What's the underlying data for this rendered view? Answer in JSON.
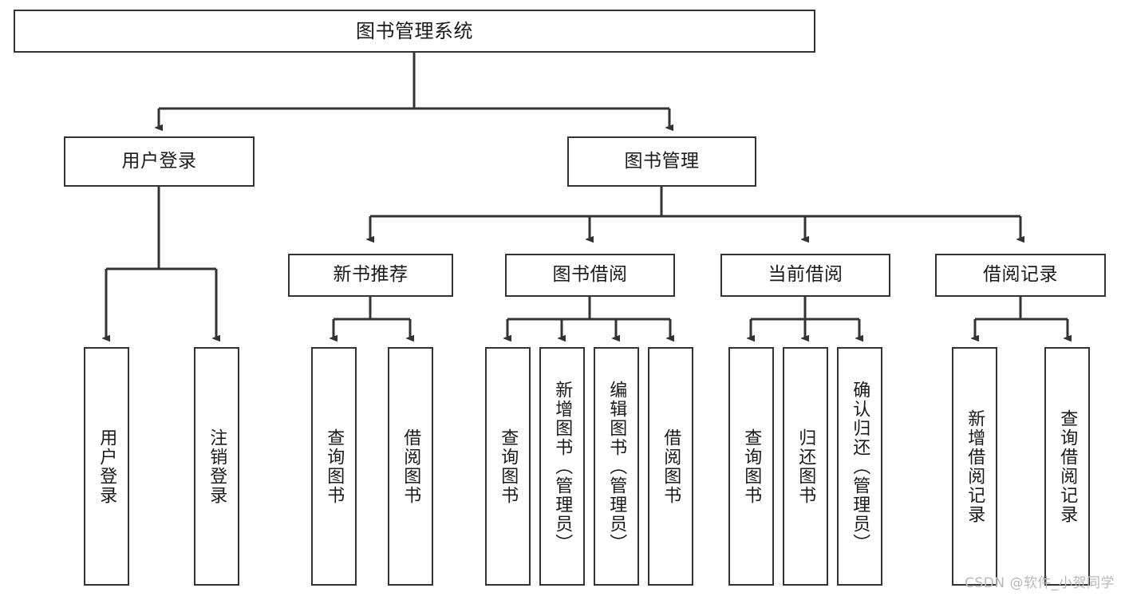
{
  "diagram": {
    "title": "图书管理系统",
    "watermark": "CSDN @软件_小贺同学",
    "colors": {
      "node_border": "#333333",
      "node_fill": "#ffffff",
      "edge": "#333333",
      "text": "#1a1a1a",
      "watermark": "#b8b8b8"
    },
    "root": {
      "label": "图书管理系统"
    },
    "level1": [
      {
        "label": "用户登录"
      },
      {
        "label": "图书管理"
      }
    ],
    "level2": [
      {
        "label": "新书推荐"
      },
      {
        "label": "图书借阅"
      },
      {
        "label": "当前借阅"
      },
      {
        "label": "借阅记录"
      }
    ],
    "leaves": {
      "user_login": [
        {
          "label": "用户登录"
        },
        {
          "label": "注销登录"
        }
      ],
      "new_book_recommend": [
        {
          "label": "查询图书"
        },
        {
          "label": "借阅图书"
        }
      ],
      "book_borrow": [
        {
          "label": "查询图书"
        },
        {
          "label": "新增图书（管理员）"
        },
        {
          "label": "编辑图书（管理员）"
        },
        {
          "label": "借阅图书"
        }
      ],
      "current_borrow": [
        {
          "label": "查询图书"
        },
        {
          "label": "归还图书"
        },
        {
          "label": "确认归还（管理员）"
        }
      ],
      "borrow_record": [
        {
          "label": "新增借阅记录"
        },
        {
          "label": "查询借阅记录"
        }
      ]
    }
  }
}
